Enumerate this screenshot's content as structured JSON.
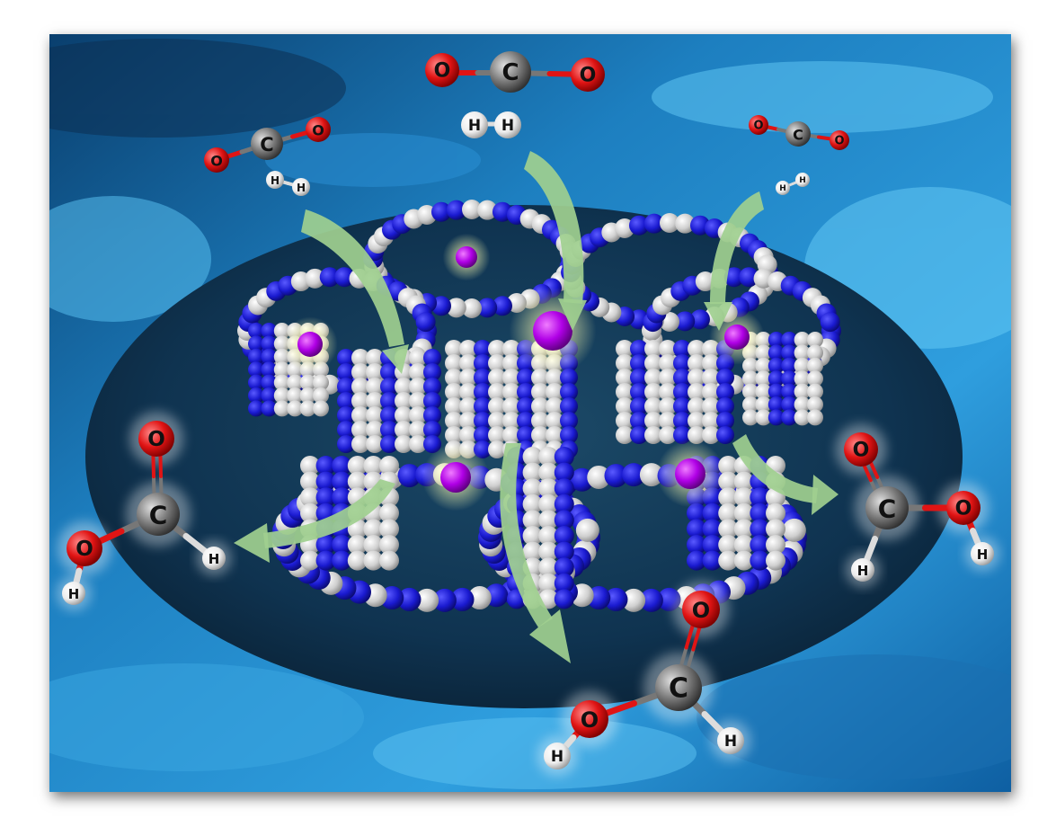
{
  "image": {
    "kind": "illustration",
    "colors": {
      "background_deep": "#0a4f86",
      "background_light": "#36a9e6",
      "disc": "#0d2c44",
      "framework_white": "#d8d8d8",
      "framework_blue": "#1a1ad0",
      "metal_site": "#a000d8",
      "arrow": "#9fcf8f",
      "oxygen": "#e01414",
      "carbon": "#6e6e6e",
      "hydrogen": "#f2f2f2"
    }
  },
  "atoms": {
    "O": "O",
    "C": "C",
    "H": "H"
  },
  "molecules": {
    "reactants": [
      "CO2 + H2 (top)",
      "CO2 + H2 (left)",
      "CO2 + H2 (right)"
    ],
    "products": [
      "HCOOH (left)",
      "HCOOH (bottom)",
      "HCOOH (right)"
    ]
  },
  "icons": {
    "arrow_in": "curved-arrow-in",
    "arrow_out": "curved-arrow-out"
  }
}
